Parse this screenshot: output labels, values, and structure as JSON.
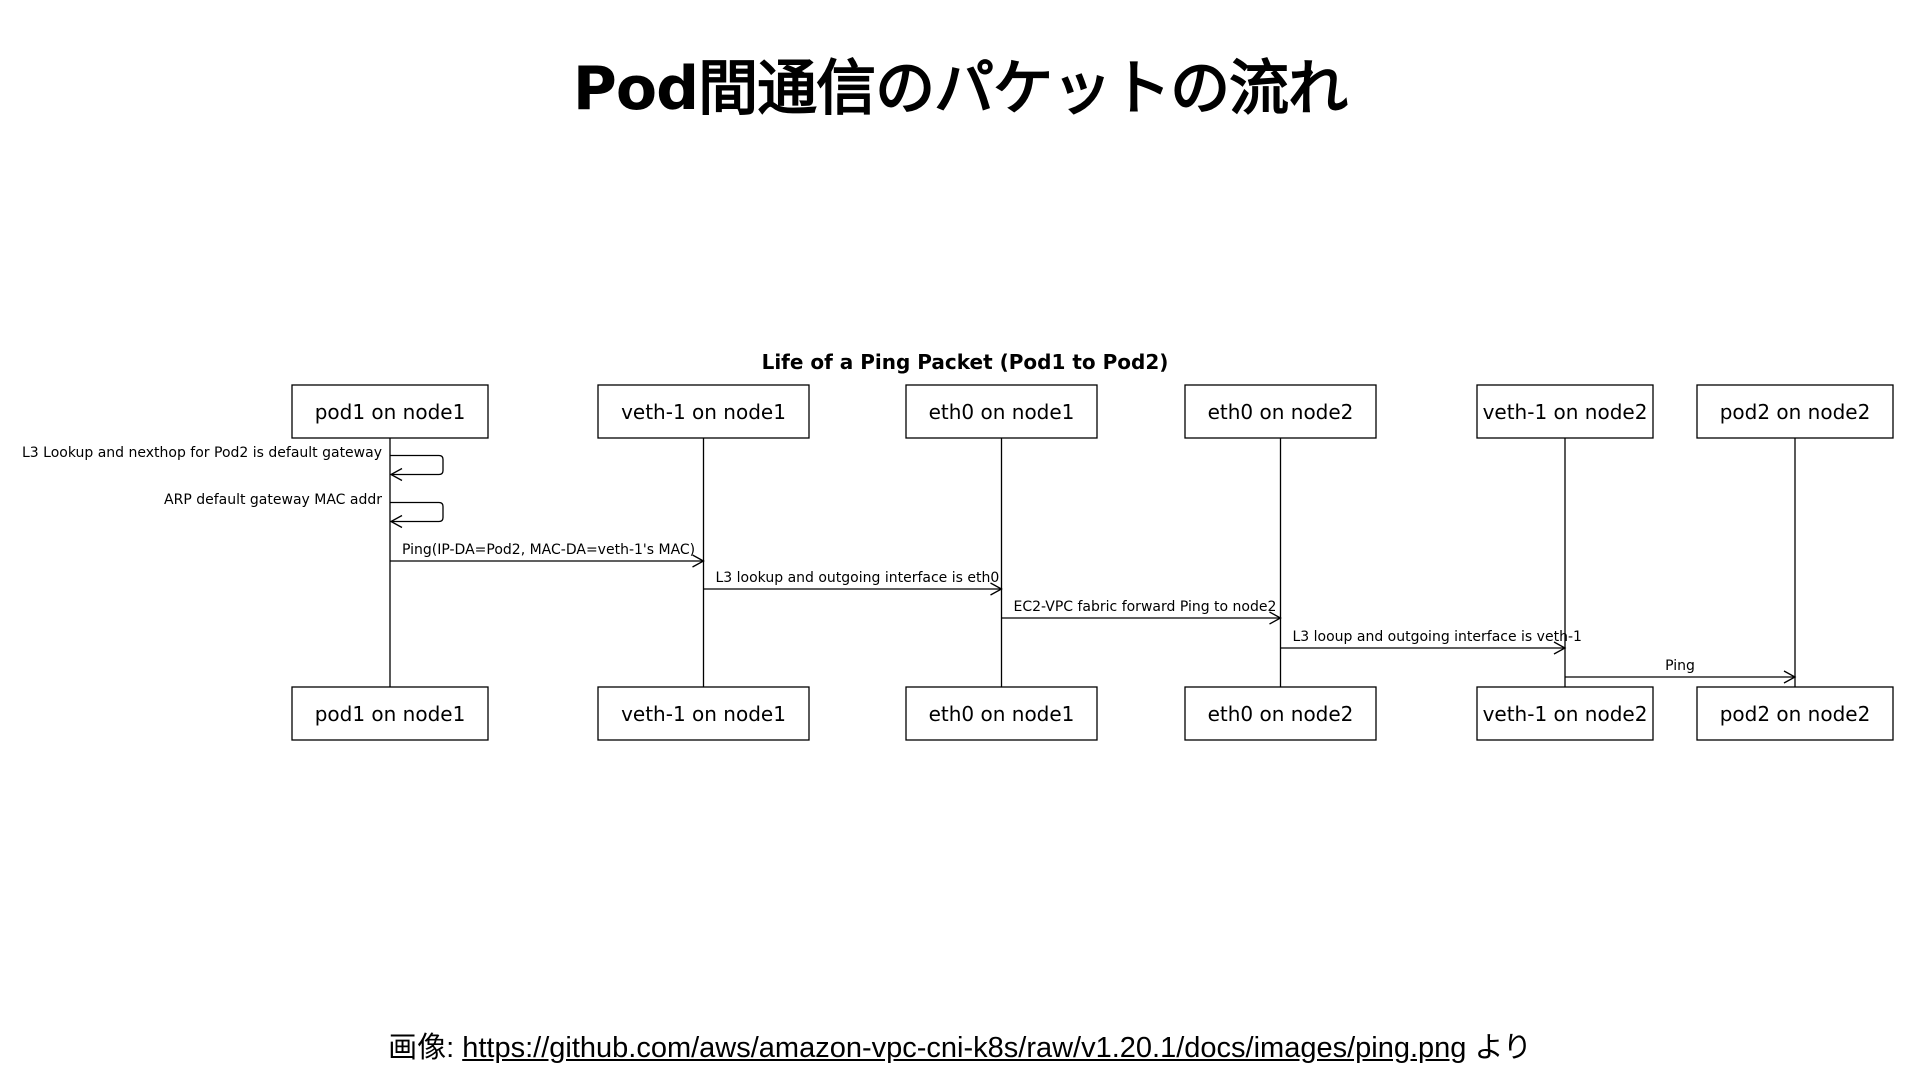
{
  "slide": {
    "title": "Pod間通信のパケットの流れ"
  },
  "diagram": {
    "title": "Life of a Ping Packet (Pod1 to Pod2)",
    "participants": [
      "pod1 on node1",
      "veth-1 on node1",
      "eth0 on node1",
      "eth0 on node2",
      "veth-1 on node2",
      "pod2 on node2"
    ],
    "messages": [
      {
        "from": 0,
        "to": 0,
        "label": "L3 Lookup and nexthop for Pod2 is default gateway"
      },
      {
        "from": 0,
        "to": 0,
        "label": "ARP default gateway MAC addr"
      },
      {
        "from": 0,
        "to": 1,
        "label": "Ping(IP-DA=Pod2, MAC-DA=veth-1's MAC)"
      },
      {
        "from": 1,
        "to": 2,
        "label": "L3 lookup and outgoing interface is eth0"
      },
      {
        "from": 2,
        "to": 3,
        "label": "EC2-VPC fabric forward Ping to node2"
      },
      {
        "from": 3,
        "to": 4,
        "label": "L3 looup and outgoing interface is veth-1"
      },
      {
        "from": 4,
        "to": 5,
        "label": "Ping"
      }
    ]
  },
  "caption": {
    "prefix": "画像: ",
    "link_text": "https://github.com/aws/amazon-vpc-cni-k8s/raw/v1.20.1/docs/images/ping.png",
    "suffix": " より"
  }
}
